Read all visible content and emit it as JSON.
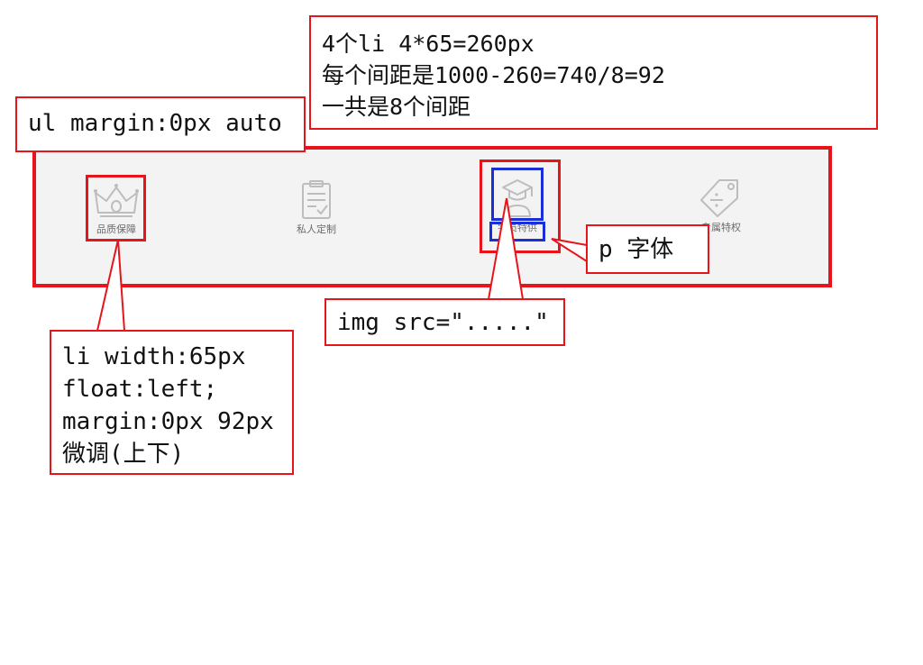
{
  "notes": {
    "top": {
      "lines": [
        "4个li  4*65=260px",
        "每个间距是1000-260=740/8=92",
        "一共是8个间距"
      ]
    },
    "ul": {
      "text": "ul margin:0px auto"
    },
    "li": {
      "lines": [
        "li width:65px",
        "float:left;",
        "margin:0px 92px",
        "微调(上下)"
      ]
    },
    "img": {
      "text": "img src=\".....\""
    },
    "p": {
      "text": "p 字体"
    }
  },
  "nav": {
    "items": [
      {
        "label": "品质保障",
        "icon": "crown-icon"
      },
      {
        "label": "私人定制",
        "icon": "clipboard-icon"
      },
      {
        "label": "学员特供",
        "icon": "graduate-icon"
      },
      {
        "label": "专属特权",
        "icon": "price-tag-icon"
      }
    ]
  },
  "colors": {
    "annotation_red": "#e8141b",
    "annotation_blue": "#1a2fd6",
    "nav_background": "#f3f3f3",
    "icon_gray": "#bdbdbd"
  }
}
